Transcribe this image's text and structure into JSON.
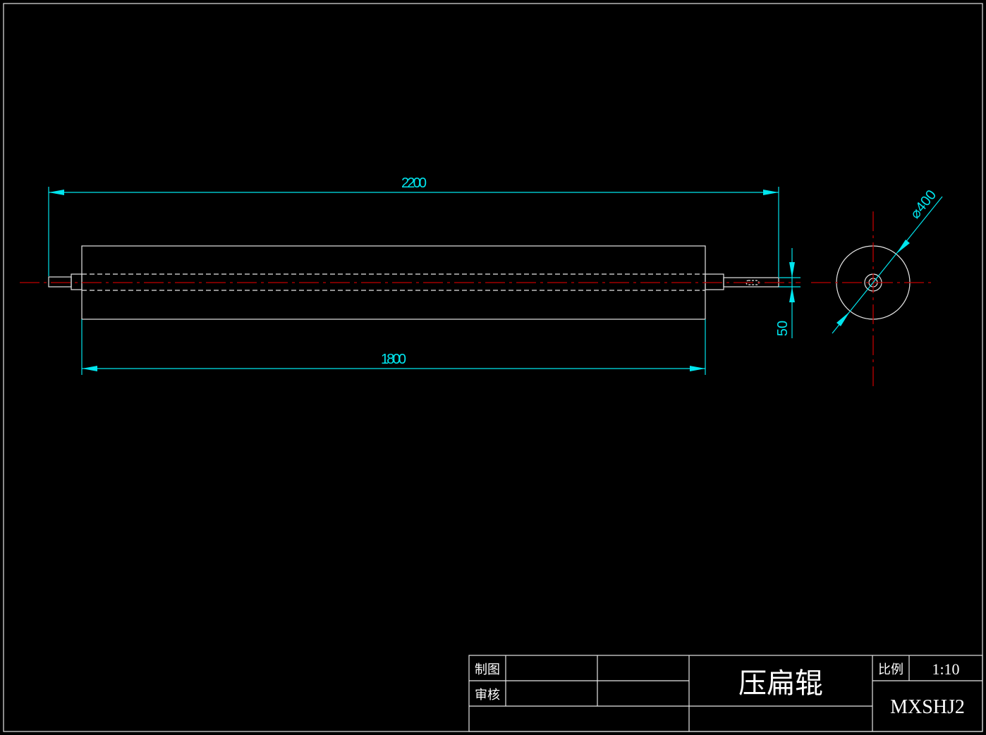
{
  "drawing": {
    "dimensions": {
      "overall_length": "2200",
      "body_length": "1800",
      "shaft_diameter": "50",
      "roller_diameter": "⌀400"
    }
  },
  "title_block": {
    "drawn_by_label": "制图",
    "checked_by_label": "审核",
    "part_name": "压扁辊",
    "scale_label": "比例",
    "scale_value": "1:10",
    "drawing_number": "MXSHJ2"
  },
  "colors": {
    "background": "#000000",
    "geometry": "#e6e6e6",
    "dimension": "#00e5ee",
    "centerline": "#c00000"
  }
}
